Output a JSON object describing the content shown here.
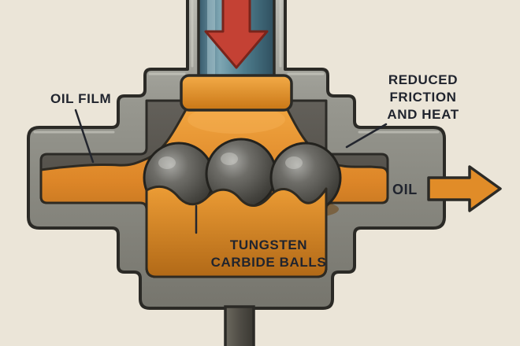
{
  "diagram": {
    "labels": {
      "oil_film": "OIL FILM",
      "reduced_line1": "REDUCED",
      "reduced_line2": "FRICTION",
      "reduced_line3": "AND HEAT",
      "tungsten_line1": "TUNGSTEN",
      "tungsten_line2": "CARBIDE BALLS",
      "oil": "OIL"
    },
    "icons": {
      "load_arrow": "down-arrow",
      "oil_flow_arrow": "right-arrow"
    },
    "colors": {
      "background": "#ebe5d8",
      "housing_gray": "#8f8f8a",
      "cavity_gray": "#55524b",
      "oil_orange": "#e0892b",
      "ball_gray": "#4a4945",
      "shaft_blue": "#4e7d8d",
      "arrow_red": "#c44134",
      "arrow_orange": "#e18c28",
      "outline_dark": "#2b2a26",
      "text_dark": "#20242e"
    }
  }
}
